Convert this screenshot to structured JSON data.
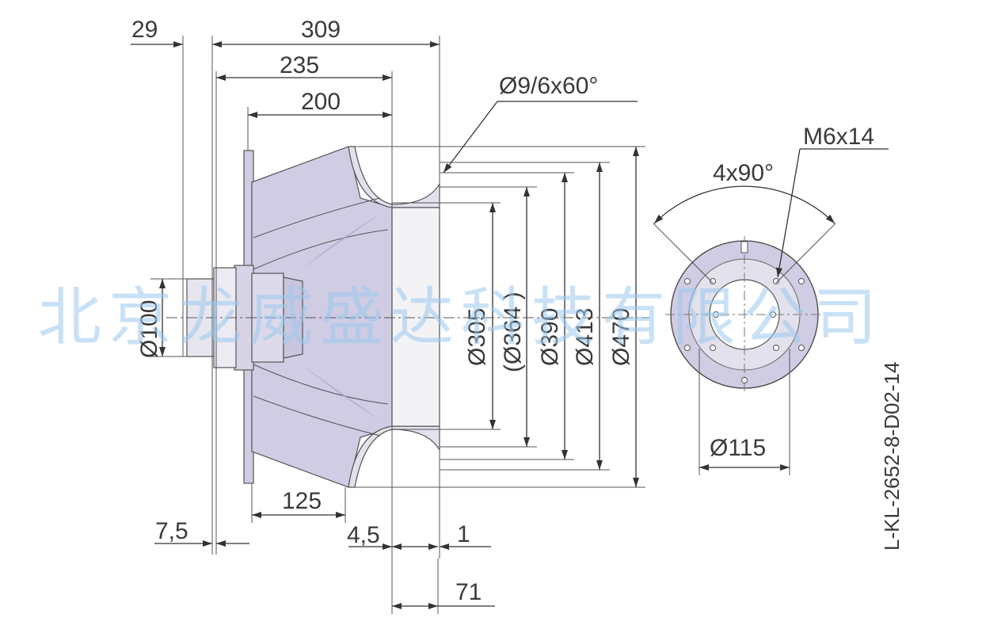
{
  "drawing_code": "L-KL-2652-8-D02-14",
  "watermark": "北京龙威盛达科技有限公司",
  "colors": {
    "impeller_fill": "#cfcce4",
    "impeller_dark": "#a9a5cc",
    "hub_fill": "#e7e6ee",
    "line": "#333333",
    "watermark": "#9cc9ef"
  },
  "dimensions": {
    "w29": "29",
    "w309": "309",
    "w235": "235",
    "w200": "200",
    "w125": "125",
    "w7_5": "7,5",
    "w4_5": "4,5",
    "w1": "1",
    "w71": "71",
    "d100": "Ø100",
    "d305": "Ø305",
    "d364": "(Ø364  )",
    "d390": "Ø390",
    "d413": "Ø413",
    "d470": "Ø470",
    "d115": "Ø115",
    "holes": "Ø9/6x60°",
    "thread": "M6x14",
    "angle": "4x90°"
  }
}
